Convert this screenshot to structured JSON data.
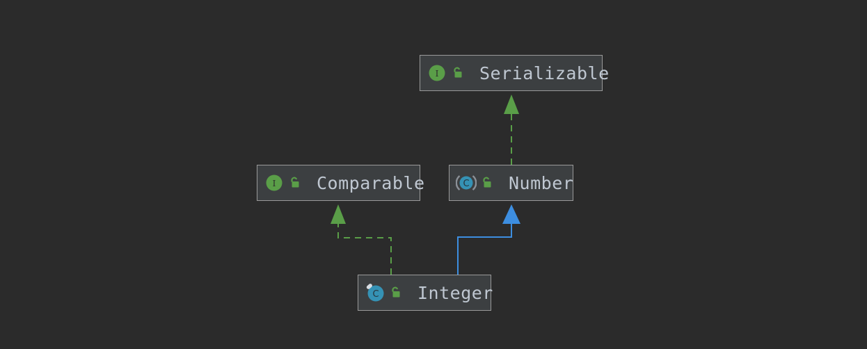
{
  "diagram": {
    "title": "Java type hierarchy diagram",
    "background_color": "#2b2b2b",
    "node_fill_color": "#3c3f41",
    "node_border_color": "#9a9a9a",
    "label_color": "#bfc7d1",
    "interface_icon_color": "#5a9e48",
    "class_icon_color": "#3592b5",
    "lock_icon_color": "#5a9e48",
    "realization_edge_color": "#5a9e48",
    "inheritance_edge_color": "#3d8ee0",
    "nodes": [
      {
        "id": "serializable",
        "label": "Serializable",
        "kind": "interface",
        "type_icon": "interface-icon",
        "visibility_icon": "unlocked-padlock-icon",
        "visibility": "public"
      },
      {
        "id": "comparable",
        "label": "Comparable",
        "kind": "interface",
        "type_icon": "interface-icon",
        "visibility_icon": "unlocked-padlock-icon",
        "visibility": "public"
      },
      {
        "id": "number",
        "label": "Number",
        "kind": "abstract-class",
        "type_icon": "abstract-class-icon",
        "visibility_icon": "unlocked-padlock-icon",
        "visibility": "public"
      },
      {
        "id": "integer",
        "label": "Integer",
        "kind": "final-class",
        "type_icon": "final-class-icon",
        "visibility_icon": "unlocked-padlock-icon",
        "visibility": "public"
      }
    ],
    "edges": [
      {
        "id": "number-to-serializable",
        "from": "number",
        "to": "serializable",
        "style": "dashed",
        "arrow": "closed-triangle",
        "relation": "realization",
        "color": "#5a9e48"
      },
      {
        "id": "integer-to-comparable",
        "from": "integer",
        "to": "comparable",
        "style": "dashed",
        "arrow": "closed-triangle",
        "relation": "realization",
        "color": "#5a9e48"
      },
      {
        "id": "integer-to-number",
        "from": "integer",
        "to": "number",
        "style": "solid",
        "arrow": "closed-triangle",
        "relation": "inheritance",
        "color": "#3d8ee0"
      }
    ]
  }
}
